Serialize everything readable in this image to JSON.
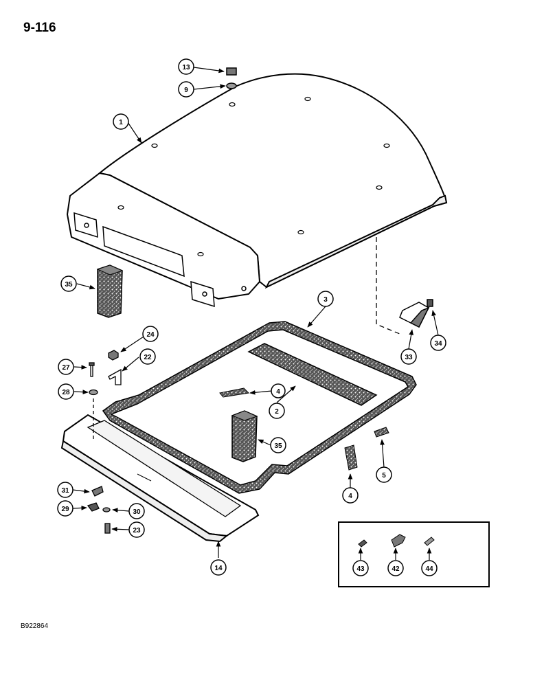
{
  "page_number": "9-116",
  "figure_code": "B922864",
  "callouts": {
    "c1": "1",
    "c2": "2",
    "c3": "3",
    "c4a": "4",
    "c4b": "4",
    "c5": "5",
    "c9": "9",
    "c13": "13",
    "c14": "14",
    "c22": "22",
    "c23": "23",
    "c24": "24",
    "c27": "27",
    "c28": "28",
    "c29": "29",
    "c30": "30",
    "c31": "31",
    "c33": "33",
    "c34": "34",
    "c35a": "35",
    "c35b": "35",
    "c42": "42",
    "c43": "43",
    "c44": "44"
  }
}
